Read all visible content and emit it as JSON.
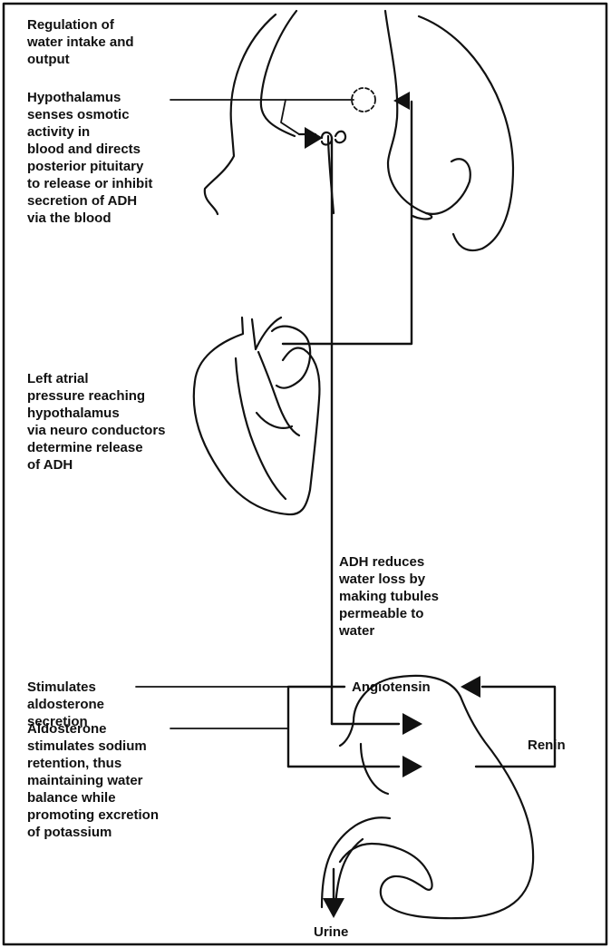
{
  "labels": {
    "regulation": "Regulation of\nwater intake and\noutput",
    "hypothalamus": "Hypothalamus\nsenses osmotic\nactivity in\nblood and directs\nposterior pituitary\nto release or inhibit\nsecretion of ADH\nvia the blood",
    "left_atrial": "Left atrial\npressure reaching\nhypothalamus\nvia neuro conductors\ndetermine release\nof ADH",
    "adh": "ADH reduces\nwater loss by\nmaking tubules\npermeable to\nwater",
    "stimulates": "Stimulates\naldosterone\nsecretion",
    "aldosterone": "Aldosterone\nstimulates sodium\nretention, thus\nmaintaining water\nbalance while\npromoting excretion\nof potassium",
    "angiotensin": "Angiotensin",
    "renin": "Renin",
    "urine": "Urine"
  },
  "colors": {
    "ink": "#111111",
    "background": "#ffffff"
  }
}
